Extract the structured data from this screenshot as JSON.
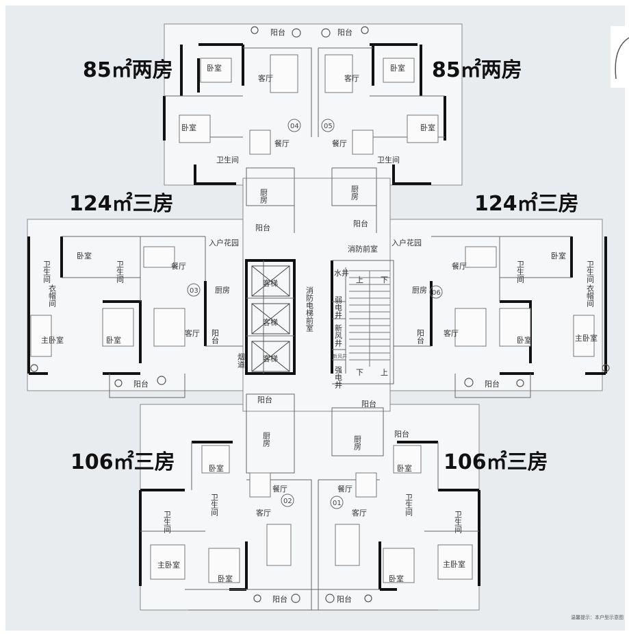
{
  "units": {
    "u85_left": {
      "label": "85㎡两房",
      "no": "04"
    },
    "u85_right": {
      "label": "85㎡两房",
      "no": "05"
    },
    "u124_left": {
      "label": "124㎡三房",
      "no": "03"
    },
    "u124_right": {
      "label": "124㎡三房",
      "no": "06"
    },
    "u106_left": {
      "label": "106㎡三房",
      "no": "02"
    },
    "u106_right": {
      "label": "106㎡三房",
      "no": "01"
    }
  },
  "rooms": {
    "balcony": "阳台",
    "bedroom": "卧室",
    "master_bedroom": "主卧室",
    "living": "客厅",
    "dining": "餐厅",
    "kitchen": "厨房",
    "bathroom": "卫生间",
    "entry_garden": "入户花园",
    "fire_front": "消防前室",
    "elevator": "客梯",
    "fire_elevator_front": "消防电梯前室",
    "smoke_duct": "烟道",
    "water_well": "水井",
    "weak_elec_well": "弱电井",
    "fresh_air_well": "新风井",
    "fresh_air_well_small": "新风井",
    "strong_elec_well": "强电井",
    "up": "上",
    "down": "下",
    "closet": "衣帽间"
  },
  "note": "温馨提示：本户型示意图"
}
